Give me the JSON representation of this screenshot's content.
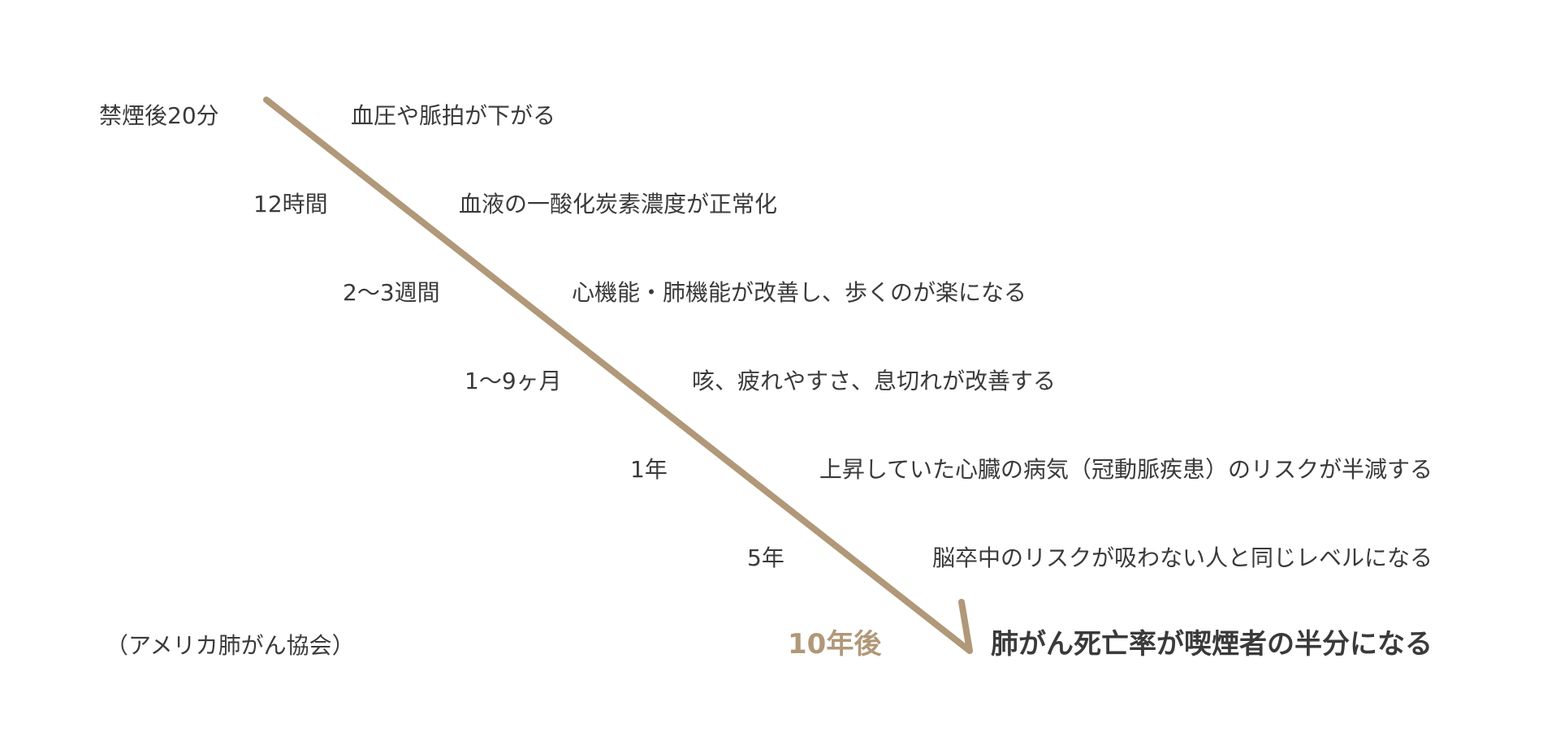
{
  "colors": {
    "accent": "#b09878",
    "text": "#3a3a3a",
    "background": "#ffffff"
  },
  "timeline": [
    {
      "time": "禁煙後20分",
      "effect": "血圧や脈拍が下がる"
    },
    {
      "time": "12時間",
      "effect": "血液の一酸化炭素濃度が正常化"
    },
    {
      "time": "2〜3週間",
      "effect": "心機能・肺機能が改善し、歩くのが楽になる"
    },
    {
      "time": "1〜9ヶ月",
      "effect": "咳、疲れやすさ、息切れが改善する"
    },
    {
      "time": "1年",
      "effect": "上昇していた心臓の病気（冠動脈疾患）のリスクが半減する"
    },
    {
      "time": "5年",
      "effect": "脳卒中のリスクが吸わない人と同じレベルになる"
    }
  ],
  "final": {
    "time": "10年後",
    "effect": "肺がん死亡率が喫煙者の半分になる"
  },
  "source": "（アメリカ肺がん協会）"
}
